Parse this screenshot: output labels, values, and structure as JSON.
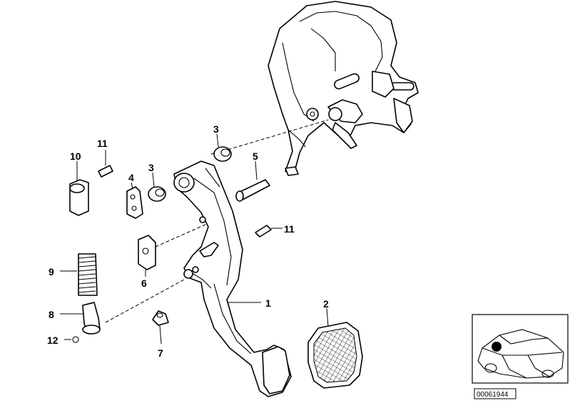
{
  "diagram": {
    "callouts": [
      "1",
      "2",
      "3",
      "3",
      "4",
      "5",
      "6",
      "7",
      "8",
      "9",
      "10",
      "11",
      "11",
      "12"
    ],
    "document_number": "00061944"
  }
}
